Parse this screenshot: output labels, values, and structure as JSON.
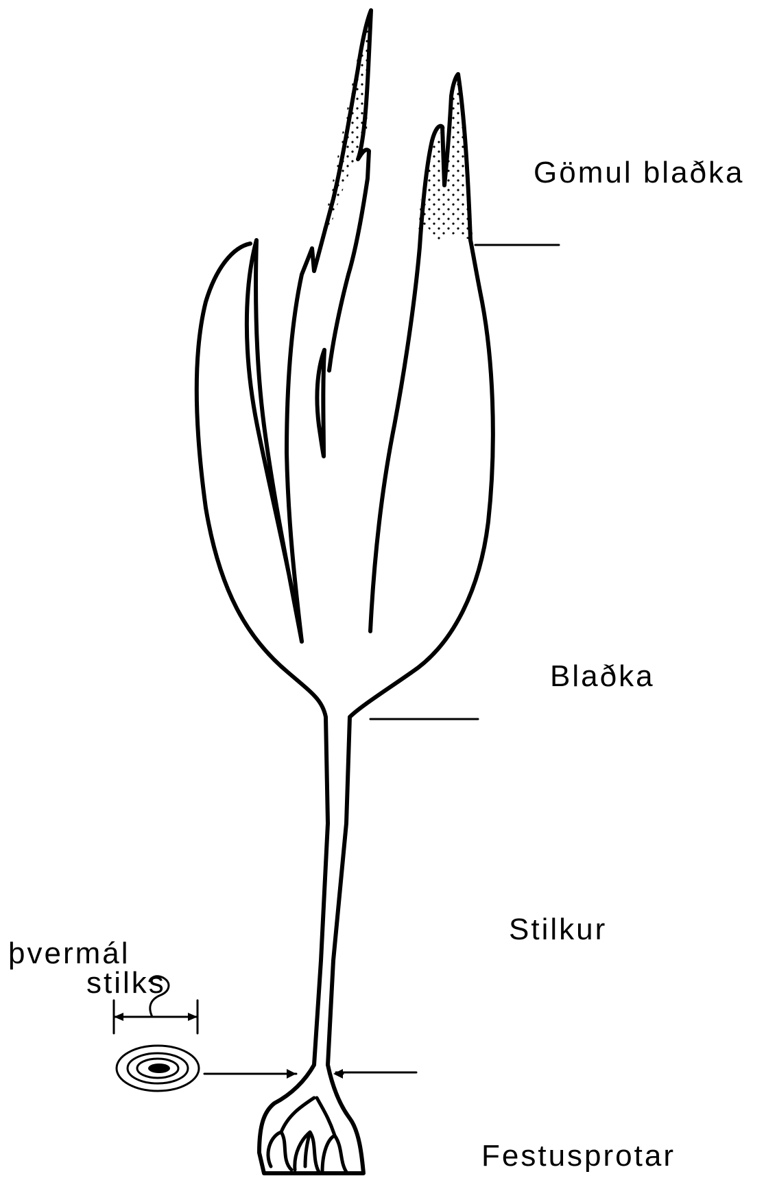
{
  "labels": {
    "old_blade": "Gömul blaðka",
    "blade": "Blaðka",
    "stipe": "Stilkur",
    "diameter_line1": "þvermál",
    "diameter_line2": "stilks",
    "holdfast": "Festusprotar"
  }
}
